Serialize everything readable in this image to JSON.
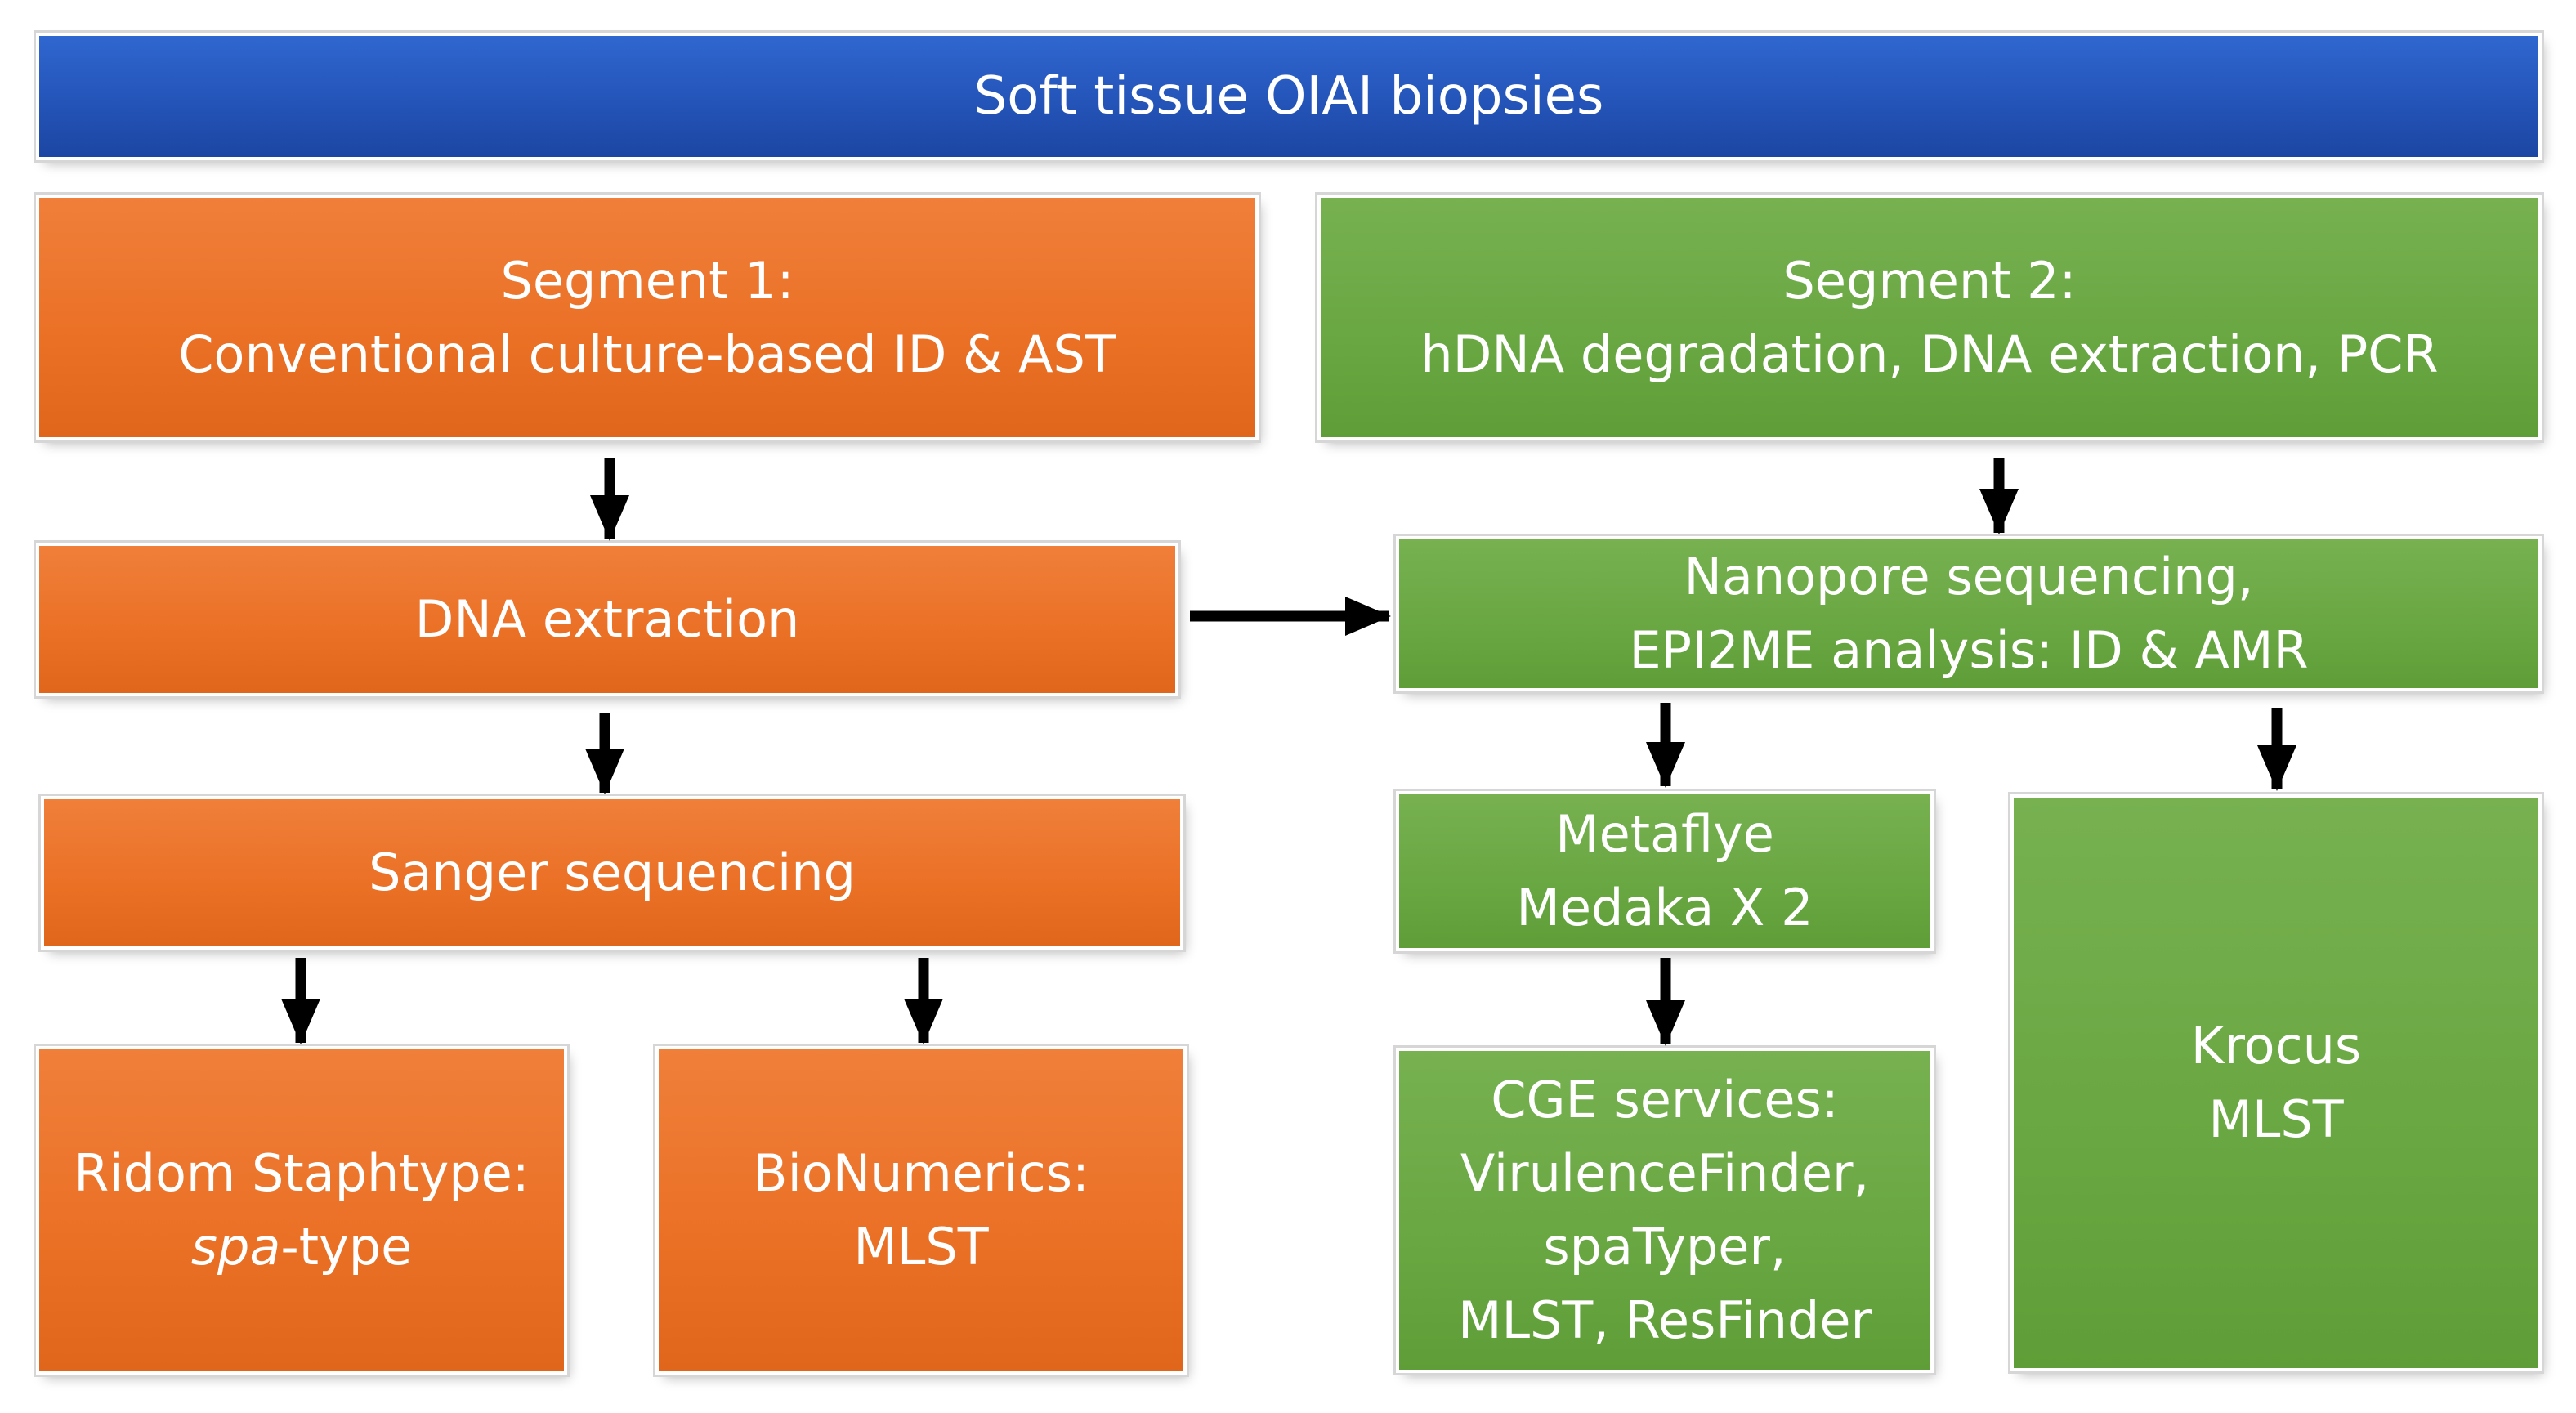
{
  "title": "Soft tissue OIAI biopsies",
  "segment1": {
    "line1": "Segment 1:",
    "line2": "Conventional culture-based ID & AST"
  },
  "segment2": {
    "line1": "Segment 2:",
    "line2": "hDNA degradation, DNA extraction, PCR"
  },
  "dna_extraction": "DNA extraction",
  "nanopore": {
    "line1": "Nanopore sequencing,",
    "line2": "EPI2ME analysis: ID & AMR"
  },
  "sanger": "Sanger sequencing",
  "metaflye": {
    "line1": "Metaflye",
    "line2": "Medaka X 2"
  },
  "ridom": {
    "line1": "Ridom Staphtype:",
    "line2_italic": "spa",
    "line2_rest": "-type"
  },
  "bionumerics": {
    "line1": "BioNumerics:",
    "line2": "MLST"
  },
  "cge": {
    "line1": "CGE services:",
    "line2": "VirulenceFinder,",
    "line3": "spaTyper,",
    "line4": "MLST, ResFinder"
  },
  "krocus": {
    "line1": "Krocus",
    "line2": "MLST"
  },
  "colors": {
    "blue": "#2454b8",
    "orange": "#ea7025",
    "green": "#69a742",
    "arrow": "#000000"
  }
}
